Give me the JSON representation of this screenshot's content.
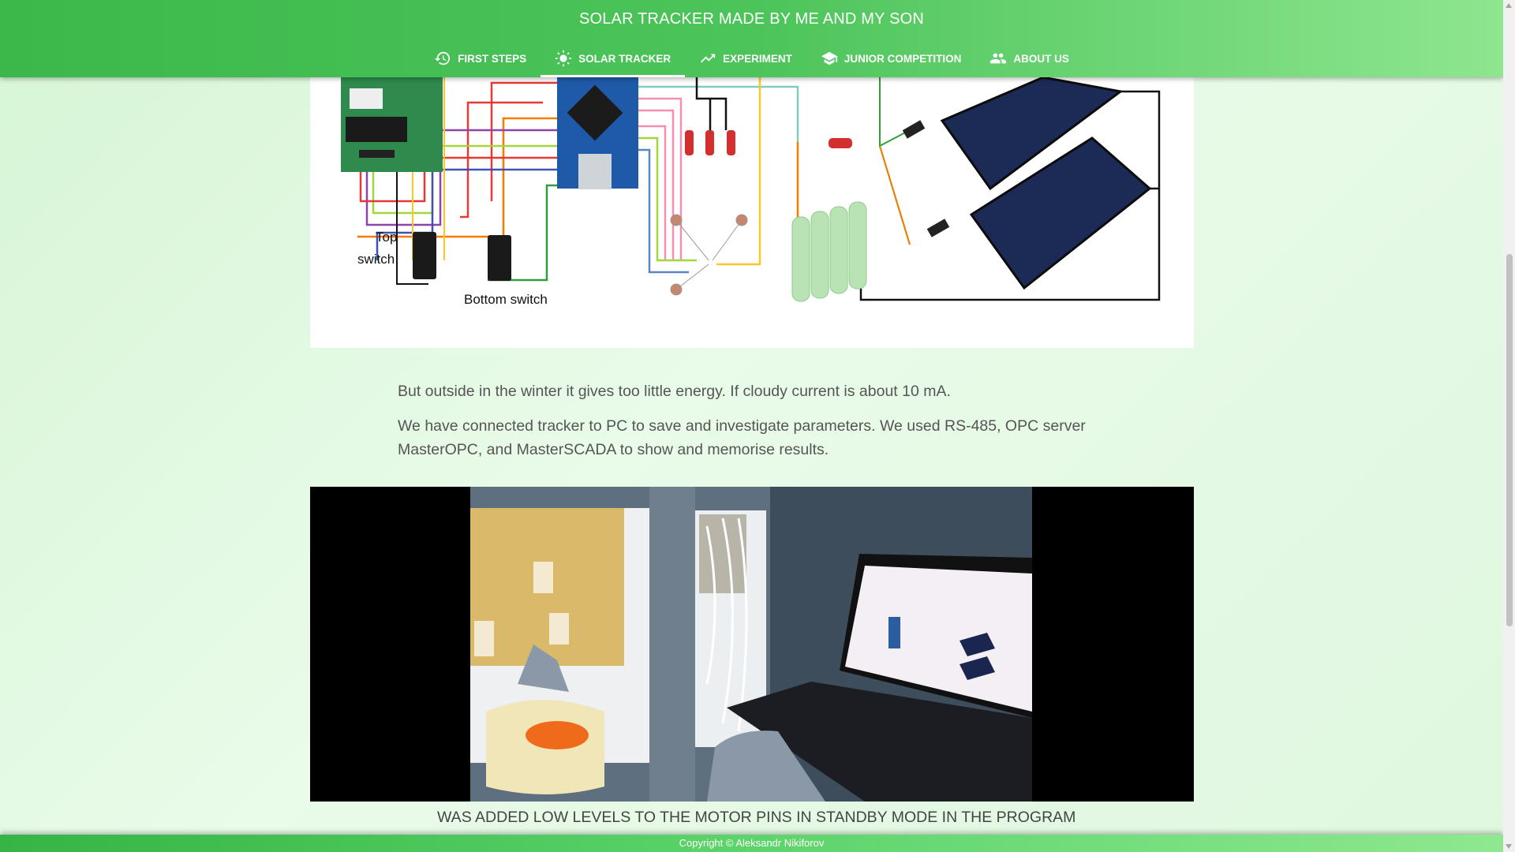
{
  "header": {
    "title": "SOLAR TRACKER MADE BY ME AND MY SON",
    "nav": [
      {
        "label": "FIRST STEPS",
        "icon": "history-icon",
        "active": false
      },
      {
        "label": "SOLAR TRACKER",
        "icon": "sun-icon",
        "active": true
      },
      {
        "label": "EXPERIMENT",
        "icon": "trending-up-icon",
        "active": false
      },
      {
        "label": "JUNIOR COMPETITION",
        "icon": "graduation-cap-icon",
        "active": false
      },
      {
        "label": "ABOUT US",
        "icon": "people-icon",
        "active": false
      }
    ]
  },
  "diagram": {
    "labels": {
      "top_switch_line1": "Top",
      "top_switch_line2": "switch",
      "bottom_switch": "Bottom switch"
    }
  },
  "content": {
    "paragraphs": [
      "But outside in the winter it gives too little energy. If cloudy current is about 10 mA.",
      "We have connected tracker to PC to save and investigate parameters. We used RS-485, OPC server MasterOPC, and MasterSCADA to show and memorise results."
    ],
    "next_heading": "WAS ADDED LOW LEVELS TO THE MOTOR PINS IN STANDBY MODE IN THE PROGRAM"
  },
  "footer": {
    "copyright": "Copyright © Aleksandr Nikiforov"
  },
  "colors": {
    "header_start": "#3cb84a",
    "header_end": "#8ee68f",
    "text": "#555555"
  }
}
